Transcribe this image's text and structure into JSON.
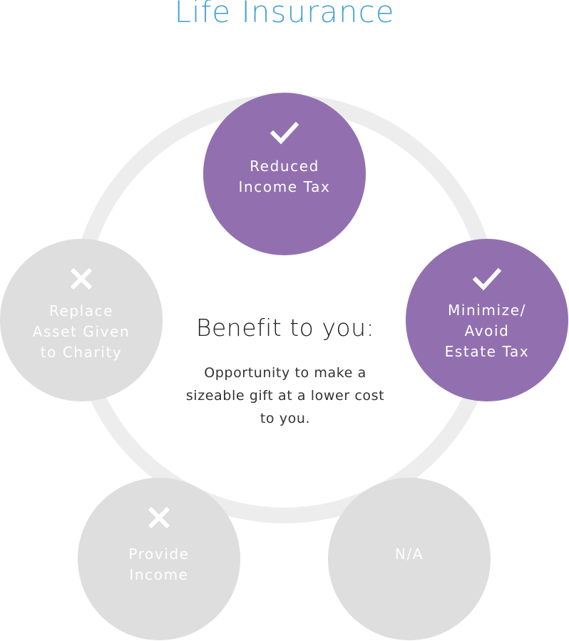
{
  "title": "Life Insurance",
  "center": {
    "heading": "Benefit to you:",
    "body": "Opportunity to make a sizeable gift at a lower cost to you."
  },
  "colors": {
    "title": "#4aa3d5",
    "active": "#9270b0",
    "inactive": "#dedede",
    "ring": "#ededed"
  },
  "nodes": [
    {
      "id": "reduced-income-tax",
      "label_lines": [
        "Reduced",
        "Income Tax"
      ],
      "status": "applies",
      "icon": "check-icon"
    },
    {
      "id": "minimize-avoid-estate-tax",
      "label_lines": [
        "Minimize/",
        "Avoid",
        "Estate Tax"
      ],
      "status": "applies",
      "icon": "check-icon"
    },
    {
      "id": "na",
      "label_lines": [
        "N/A"
      ],
      "status": "not-applicable",
      "icon": ""
    },
    {
      "id": "provide-income",
      "label_lines": [
        "Provide",
        "Income"
      ],
      "status": "does-not-apply",
      "icon": "x-icon"
    },
    {
      "id": "replace-asset-given-to-charity",
      "label_lines": [
        "Replace",
        "Asset Given",
        "to Charity"
      ],
      "status": "does-not-apply",
      "icon": "x-icon"
    }
  ]
}
